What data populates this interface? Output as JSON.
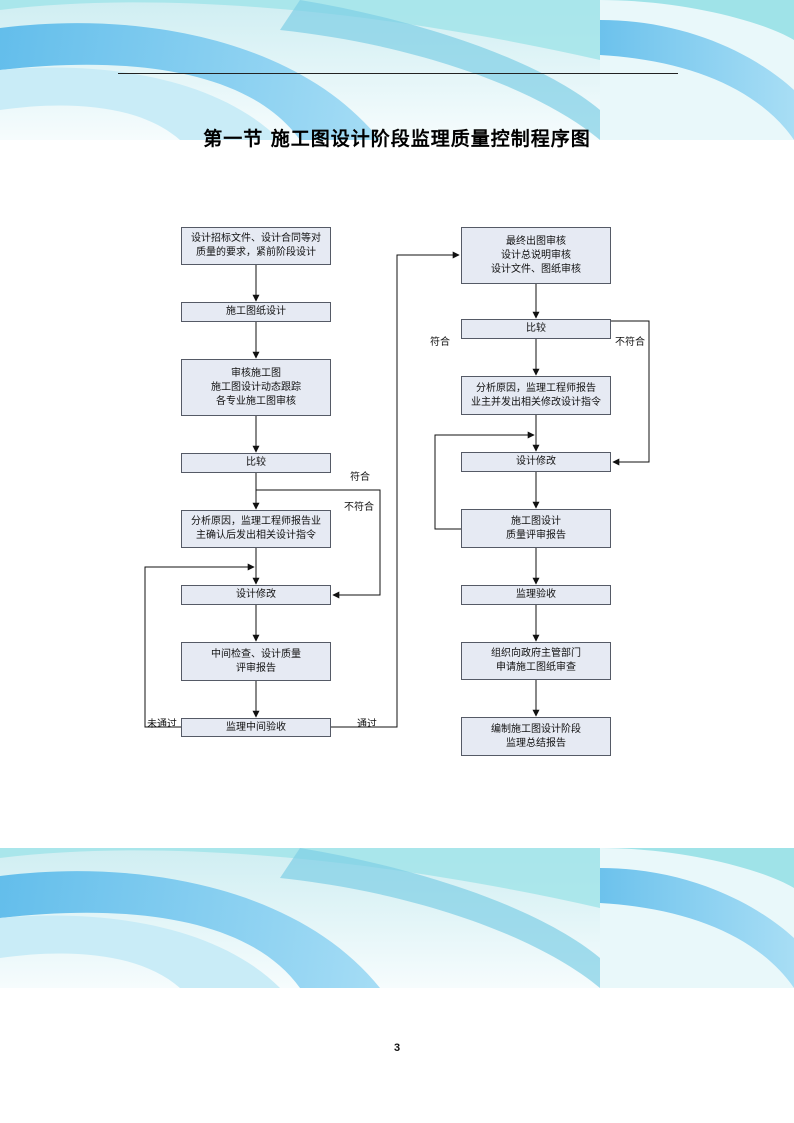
{
  "page": {
    "title": "第一节  施工图设计阶段监理质量控制程序图",
    "page_number": "3"
  },
  "flow": {
    "left": {
      "bid_docs": [
        "设计招标文件、设计合同等对",
        "质量的要求，紧前阶段设计"
      ],
      "drawing_design": [
        "施工图纸设计"
      ],
      "review": [
        "审核施工图",
        "施工图设计动态跟踪",
        "各专业施工图审核"
      ],
      "compare": [
        "比较"
      ],
      "analyze": [
        "分析原因，监理工程师报告业",
        "主确认后发出相关设计指令"
      ],
      "modify": [
        "设计修改"
      ],
      "midcheck": [
        "中间检查、设计质量",
        "评审报告"
      ],
      "acceptance": [
        "监理中间验收"
      ]
    },
    "right": {
      "final_review": [
        "最终出图审核",
        "设计总说明审核",
        "设计文件、图纸审核"
      ],
      "compare": [
        "比较"
      ],
      "analyze": [
        "分析原因，监理工程师报告",
        "业主并发出相关修改设计指令"
      ],
      "modify": [
        "设计修改"
      ],
      "quality_report": [
        "施工图设计",
        "质量评审报告"
      ],
      "acceptance": [
        "监理验收"
      ],
      "submit": [
        "组织向政府主管部门",
        "申请施工图纸审查"
      ],
      "summary": [
        "编制施工图设计阶段",
        "监理总结报告"
      ]
    },
    "labels": {
      "left_conform": "符合",
      "left_nonconform": "不符合",
      "not_passed": "未通过",
      "passed": "通过",
      "right_conform": "符合",
      "right_nonconform": "不符合"
    }
  }
}
